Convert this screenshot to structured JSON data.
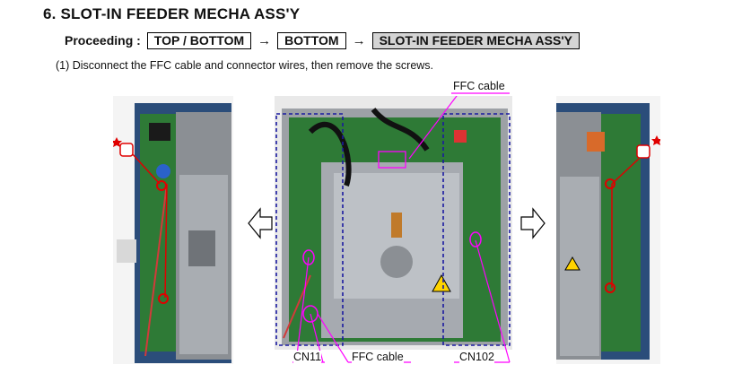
{
  "section": {
    "title": "6. SLOT-IN FEEDER MECHA ASS'Y"
  },
  "proceeding": {
    "label": "Proceeding :",
    "steps": [
      "TOP / BOTTOM",
      "BOTTOM",
      "SLOT-IN FEEDER MECHA ASS'Y"
    ],
    "arrow": "→"
  },
  "instruction": "(1)  Disconnect the FFC cable and connector wires, then remove the screws.",
  "callouts": {
    "ffc_top": "FFC cable",
    "cn11": "CN11",
    "ffc_bottom": "FFC cable",
    "cn102": "CN102"
  },
  "photos": [
    {
      "name": "left-side-view",
      "icon": "photo-left"
    },
    {
      "name": "bottom-view",
      "icon": "photo-center"
    },
    {
      "name": "right-side-view",
      "icon": "photo-right"
    }
  ],
  "colors": {
    "highlight": "#ff00ff",
    "box_outline": "#1a1aa0",
    "screw_marker": "#e00000",
    "grey_box": "#d4d4d4"
  }
}
